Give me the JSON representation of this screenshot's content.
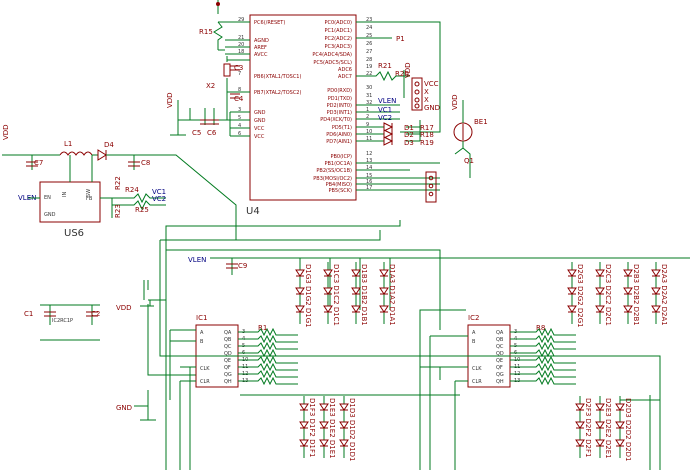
{
  "colors": {
    "wire": "#007a1f",
    "component": "#8b0000",
    "text": "#333333",
    "net": "#000080"
  },
  "u4": {
    "name": "U4",
    "left_pins": [
      {
        "name": "PC6(/RESET)",
        "num": "29"
      },
      {
        "name": "AGND",
        "num": "21"
      },
      {
        "name": "AREF",
        "num": "20"
      },
      {
        "name": "AVCC",
        "num": "18"
      },
      {
        "name": "PB6(XTAL1/TOSC1)",
        "num": "7"
      },
      {
        "name": "PB7(XTAL2/TOSC2)",
        "num": "8"
      },
      {
        "name": "GND",
        "num": "3"
      },
      {
        "name": "GND",
        "num": "5"
      },
      {
        "name": "VCC",
        "num": "4"
      },
      {
        "name": "VCC",
        "num": "6"
      }
    ],
    "right_pins": [
      {
        "name": "PC0(ADC0)",
        "num": "23"
      },
      {
        "name": "PC1(ADC1)",
        "num": "24"
      },
      {
        "name": "PC2(ADC2)",
        "num": "25"
      },
      {
        "name": "PC3(ADC3)",
        "num": "26"
      },
      {
        "name": "PC4(ADC4/SDA)",
        "num": "27"
      },
      {
        "name": "PC5(ADC5/SCL)",
        "num": "28"
      },
      {
        "name": "ADC6",
        "num": "19"
      },
      {
        "name": "ADC7",
        "num": "22"
      },
      {
        "name": "PD0(RXD)",
        "num": "30"
      },
      {
        "name": "PD1(TXD)",
        "num": "31"
      },
      {
        "name": "PD2(INT0)",
        "num": "32"
      },
      {
        "name": "PD3(INT1)",
        "num": "1"
      },
      {
        "name": "PD4(XCK/T0)",
        "num": "2"
      },
      {
        "name": "PD5(T1)",
        "num": "9"
      },
      {
        "name": "PD6(AIN0)",
        "num": "10"
      },
      {
        "name": "PD7(AIN1)",
        "num": "11"
      },
      {
        "name": "PB0(ICP)",
        "num": "12"
      },
      {
        "name": "PB1(OC1A)",
        "num": "13"
      },
      {
        "name": "PB2(SS/OC1B)",
        "num": "14"
      },
      {
        "name": "PB3(MOSI/OC2)",
        "num": "15"
      },
      {
        "name": "PB4(MISO)",
        "num": "16"
      },
      {
        "name": "PB5(SCK)",
        "num": "17"
      }
    ]
  },
  "labels": {
    "r15": "R15",
    "x2": "X2",
    "c3": "C3",
    "c4": "C4",
    "c5": "C5",
    "c6": "C6",
    "vdd": "VDD",
    "gnd": "GND",
    "p1": "P1",
    "r21": "R21",
    "r20": "R20",
    "vcc": "VCC",
    "x": "X",
    "xx": "X",
    "gnd_short": "GND",
    "vlen": "VLEN",
    "vc1": "VC1",
    "vc2": "VC2",
    "d1": "D1",
    "d2": "D2",
    "d3": "D3",
    "r17": "R17",
    "r18": "R18",
    "r19": "R19",
    "be1": "BE1",
    "q1": "Q1",
    "l1": "L1",
    "d4": "D4",
    "c7": "C7",
    "c8": "C8",
    "r24": "R24",
    "r25": "R25",
    "r22": "R22",
    "r23": "R23",
    "u6": "US6",
    "u6_en": "EN",
    "u6_gnd": "GND",
    "u6_fb": "FB",
    "u6_sw": "SW",
    "u6_in": "IN",
    "c9": "C9",
    "ic1": "IC1",
    "ic2": "IC2",
    "r1": "R1",
    "r8": "R8",
    "c1": "C1",
    "c2": "C2",
    "ic2rc1p": "IC2RC1P",
    "ic_a": "A",
    "ic_b": "B",
    "ic_clk": "CLK",
    "ic_clr": "CLR",
    "ic_qa": "QA",
    "ic_qb": "QB",
    "ic_qc": "QC",
    "ic_qd": "QD",
    "ic_qe": "QE",
    "ic_qf": "QF",
    "ic_qg": "QG",
    "ic_qh": "QH"
  },
  "leds_top_left": [
    "D1G3 D1G2 D1G1",
    "D1C3 D1C2 D1C1",
    "D1B3 D1B2 D1B1",
    "D1A3 D1A2 D1A1"
  ],
  "leds_bottom_left": [
    "D1F3 D1F2 D1F1",
    "D1E3 D1E2 D1E1",
    "D1D3 D1D2 D1D1"
  ],
  "leds_top_right": [
    "D2G3 D2G2 D2G1",
    "D2C3 D2C2 D2C1",
    "D2B3 D2B2 D2B1",
    "D2A3 D2A2 D2A1"
  ],
  "leds_bottom_right": [
    "D2F3 D2F2 D2F1",
    "D2E3 D2E2 D2E1",
    "D2D3 D2D2 D2D1"
  ]
}
